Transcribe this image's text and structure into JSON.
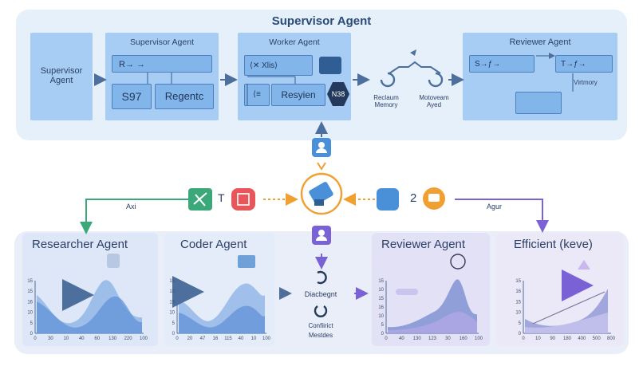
{
  "title": "Supervisor Agent",
  "top": {
    "supervisor_box": "Supervisor\nAgent",
    "supervisor_panel": {
      "label": "Supervisor Agent",
      "chip1": "R→ →",
      "chip2": "S97",
      "chip3": "Regentc"
    },
    "worker_panel": {
      "label": "Worker Agent",
      "chip1": "⟨✕ Xlis⟩",
      "chip2": "⟨≡",
      "chip3": "Resyien",
      "badge": "N38"
    },
    "memory": {
      "left_label": "Reclaum\nMemory",
      "right_label": "Motoveam\nAyed"
    },
    "reviewer_panel": {
      "label": "Reviewer Agent",
      "chip1": "S→ƒ→",
      "chip2": "T→ƒ→",
      "side_label": "Virtmory"
    }
  },
  "middle": {
    "left_label": "Axi",
    "right_label": "Agur",
    "number": "2",
    "letter": "T"
  },
  "bottom": {
    "researcher": {
      "title": "Researcher Agent",
      "yticks": [
        "15",
        "15",
        "16",
        "10",
        "5",
        "0"
      ],
      "xticks": [
        "0",
        "30",
        "10",
        "40",
        "60",
        "130",
        "220",
        "100"
      ]
    },
    "coder": {
      "title": "Coder Agent",
      "yticks": [
        "15",
        "10",
        "15",
        "10",
        "5",
        "0"
      ],
      "xticks": [
        "0",
        "20",
        "47",
        "16",
        "115",
        "40",
        "10",
        "100"
      ]
    },
    "middle_text": {
      "line1": "Diacbegnt",
      "line2": "Confiirict",
      "line3": "Mestdes"
    },
    "reviewer": {
      "title": "Reviewer Agent",
      "yticks": [
        "15",
        "10",
        "15",
        "16",
        "10",
        "5",
        "0"
      ],
      "xticks": [
        "0",
        "40",
        "130",
        "123",
        "30",
        "160",
        "100"
      ]
    },
    "efficient": {
      "title": "Efficient (keve)",
      "yticks": [
        "15",
        "16",
        "15",
        "10",
        "5",
        "0"
      ],
      "xticks": [
        "0",
        "10",
        "90",
        "180",
        "400",
        "500",
        "800"
      ]
    }
  },
  "colors": {
    "accent_orange": "#f0a030",
    "accent_green": "#3aa878",
    "accent_red": "#e8555a",
    "accent_blue": "#4a90d9",
    "accent_purple": "#7a62d6"
  }
}
